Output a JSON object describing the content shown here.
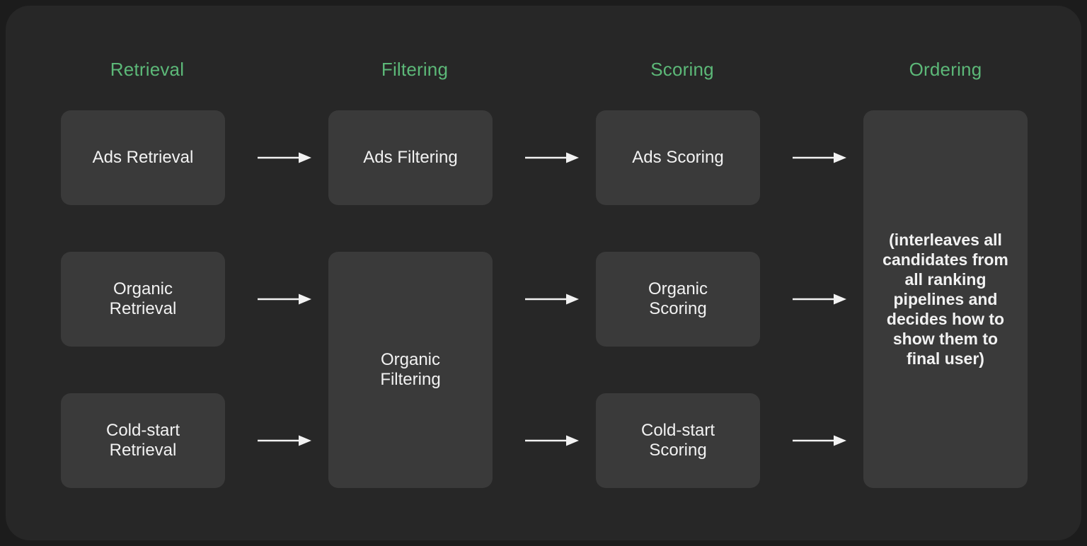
{
  "diagram": {
    "background_color": "#1c1c1c",
    "panel_color": "#272727",
    "node_color": "#3a3a3a",
    "header_color": "#5cb878",
    "text_color": "#f2f2f2",
    "columns": [
      {
        "id": "retrieval",
        "label": "Retrieval"
      },
      {
        "id": "filtering",
        "label": "Filtering"
      },
      {
        "id": "scoring",
        "label": "Scoring"
      },
      {
        "id": "ordering",
        "label": "Ordering"
      }
    ],
    "nodes": [
      {
        "id": "ads-retrieval",
        "label": "Ads Retrieval"
      },
      {
        "id": "organic-retrieval",
        "label": "Organic\nRetrieval"
      },
      {
        "id": "cold-start-retrieval",
        "label": "Cold-start\nRetrieval"
      },
      {
        "id": "ads-filtering",
        "label": "Ads Filtering"
      },
      {
        "id": "organic-filtering",
        "label": "Organic\nFiltering"
      },
      {
        "id": "ads-scoring",
        "label": "Ads Scoring"
      },
      {
        "id": "organic-scoring",
        "label": "Organic\nScoring"
      },
      {
        "id": "cold-start-scoring",
        "label": "Cold-start\nScoring"
      },
      {
        "id": "ordering-box",
        "label": "(interleaves all candidates from all ranking pipelines and decides how to show them to final user)"
      }
    ]
  }
}
